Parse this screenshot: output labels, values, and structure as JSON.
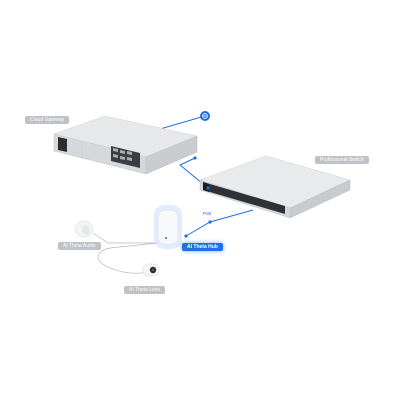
{
  "labels": {
    "cloud_gateway": "Cloud Gateway",
    "professional_switch": "Professional Switch",
    "ai_theta_hub": "AI Theta Hub",
    "ai_theta_audio": "AI Theta Audio",
    "ai_theta_lens": "AI Theta Lens",
    "poe": "PoE"
  },
  "icons": {
    "internet": "globe-icon"
  },
  "colors": {
    "link_blue": "#1f6fe5",
    "label_gray": "#bfc3c8",
    "device_silver": "#d9dcdf",
    "cable_gray": "#b5b9bd"
  }
}
